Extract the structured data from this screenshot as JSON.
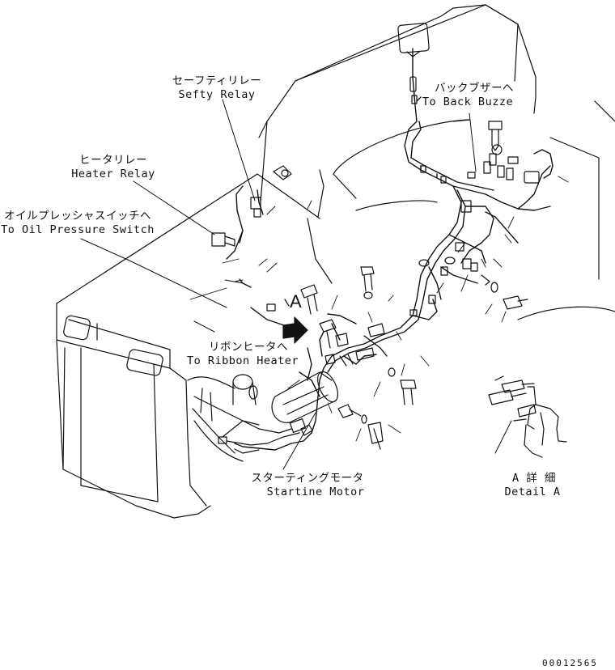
{
  "labels": {
    "safety_relay_jp": "セーフティリレー",
    "safety_relay_en": "Sefty Relay",
    "heater_relay_jp": "ヒータリレー",
    "heater_relay_en": "Heater Relay",
    "oil_pressure_jp": "オイルプレッシャスイッチへ",
    "oil_pressure_en": "To Oil Pressure Switch",
    "back_buzzer_jp": "バックブザーへ",
    "back_buzzer_en": "To Back Buzze",
    "ribbon_heater_jp": "リボンヒータへ",
    "ribbon_heater_en": "To Ribbon Heater",
    "starting_motor_jp": "スターティングモータ",
    "starting_motor_en": "Startine Motor",
    "detail_a_jp": "A 詳 細",
    "detail_a_en": "Detail A",
    "view_marker": "A"
  },
  "document_number": "00012565",
  "colors": {
    "line": "#111111",
    "background": "#ffffff"
  }
}
